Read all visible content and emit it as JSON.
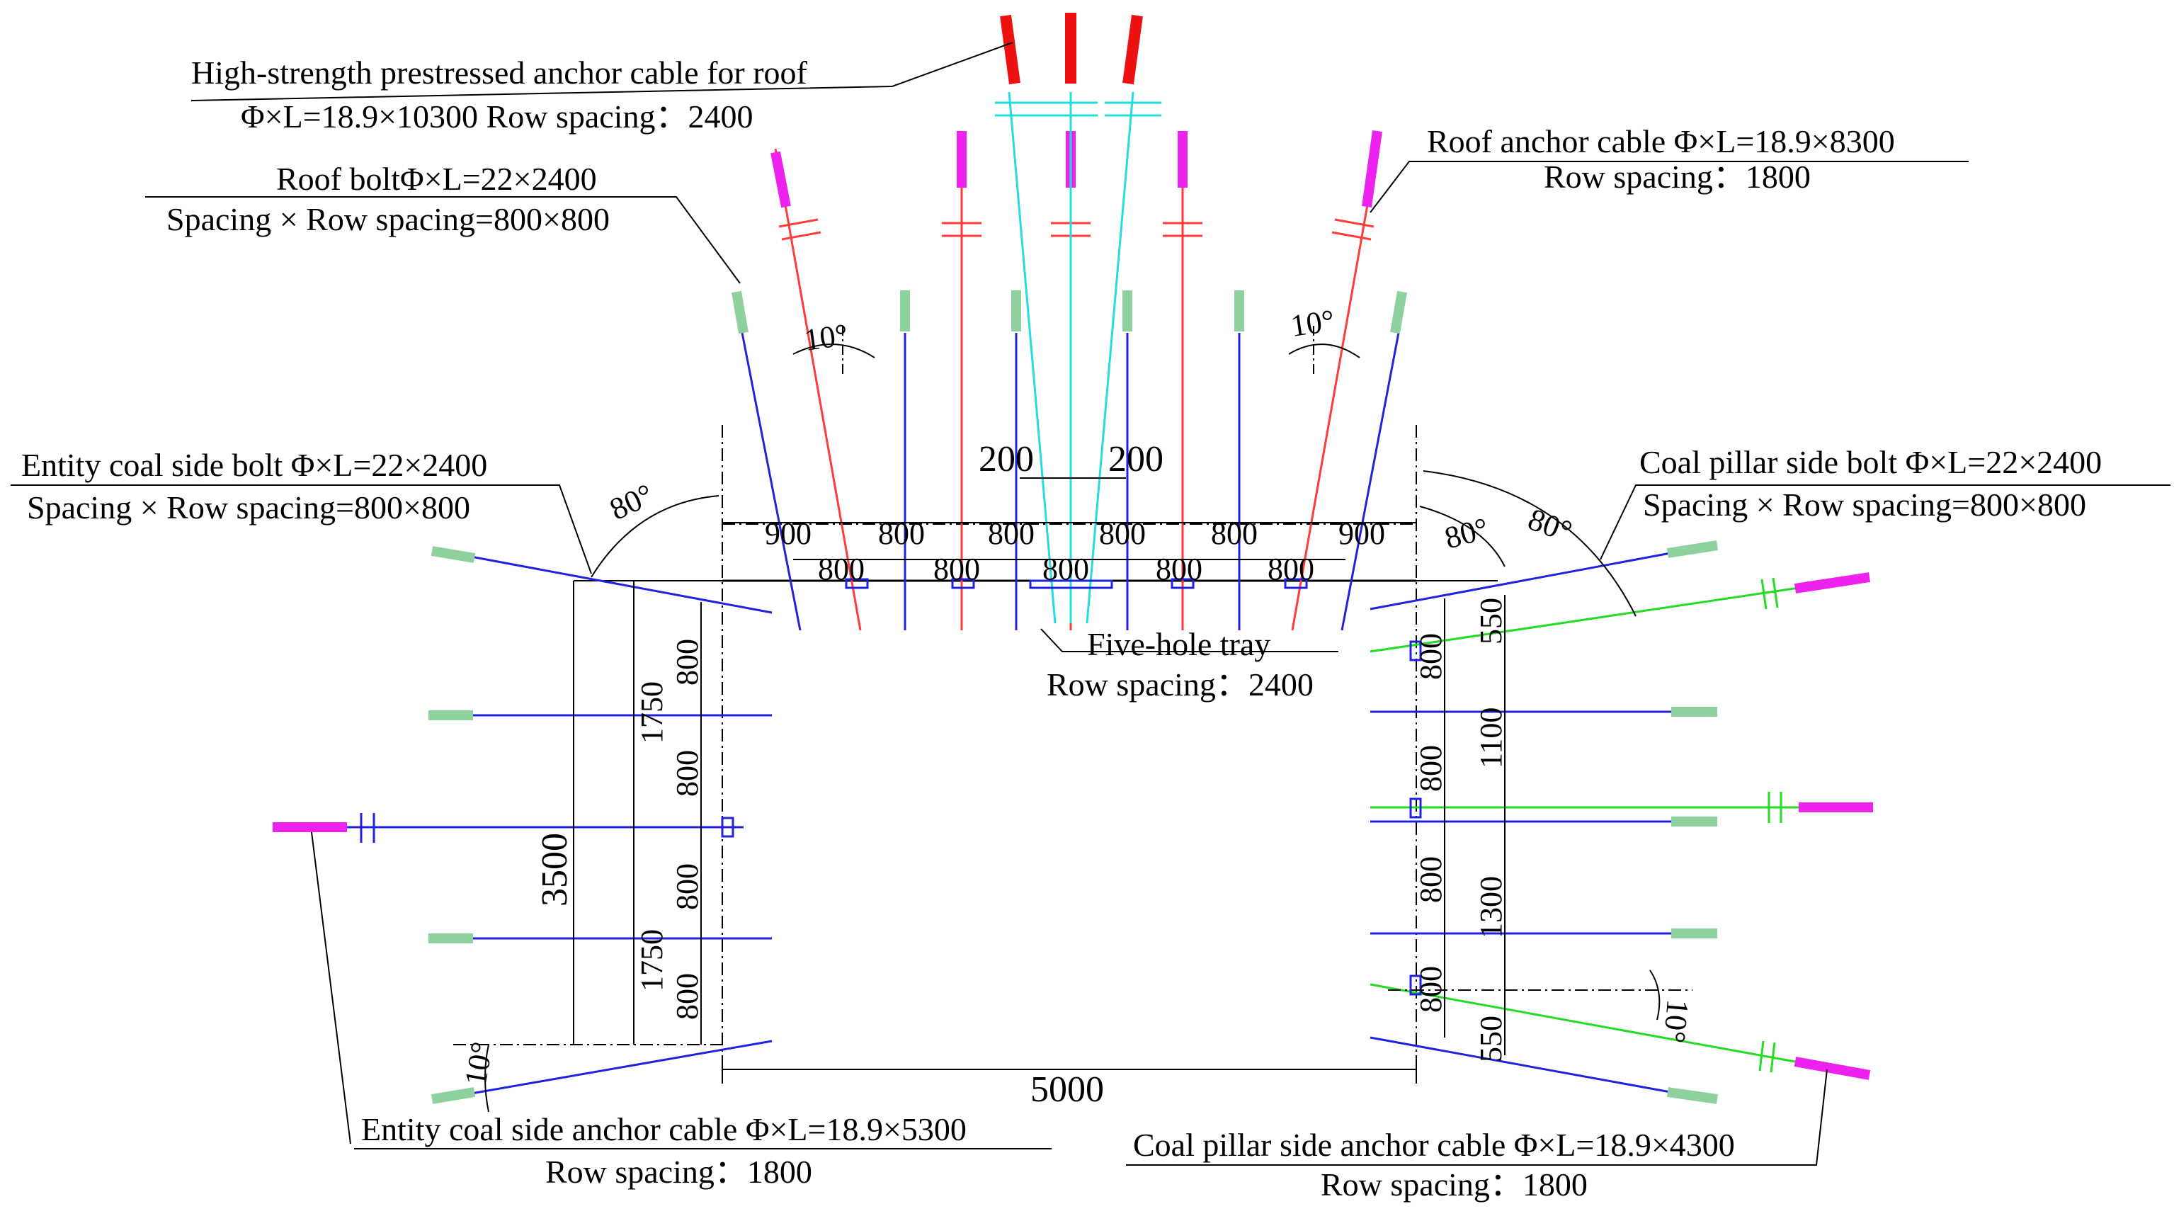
{
  "labels": {
    "roof_high_cable_title": "High-strength prestressed anchor cable for roof",
    "roof_high_cable_spec": "Φ×L=18.9×10300  Row spacing：2400",
    "roof_bolt_title": "Roof boltΦ×L=22×2400",
    "roof_bolt_spec": "Spacing × Row spacing=800×800",
    "roof_cable_title": "Roof anchor cable Φ×L=18.9×8300",
    "roof_cable_spec": "Row spacing：1800",
    "entity_bolt_title": "Entity coal side bolt Φ×L=22×2400",
    "entity_bolt_spec": "Spacing × Row spacing=800×800",
    "pillar_bolt_title": "Coal pillar side bolt Φ×L=22×2400",
    "pillar_bolt_spec": "Spacing × Row spacing=800×800",
    "tray_title": "Five-hole tray",
    "tray_spec": "Row spacing：2400",
    "entity_cable_title": "Entity coal side anchor cable Φ×L=18.9×5300",
    "entity_cable_spec": "Row spacing：1800",
    "pillar_cable_title": "Coal pillar side anchor cable Φ×L=18.9×4300",
    "pillar_cable_spec": "Row spacing：1800"
  },
  "dimensions": {
    "gap_left": "200",
    "gap_right": "200",
    "roof_top": [
      "900",
      "800",
      "800",
      "800",
      "800",
      "900"
    ],
    "roof_bottom": [
      "800",
      "800",
      "800",
      "800",
      "800"
    ],
    "width": "5000",
    "height": "3500",
    "left_half_top": "1750",
    "left_half_bottom": "1750",
    "left_spacing": [
      "800",
      "800",
      "800",
      "800"
    ],
    "right_spacing": [
      "800",
      "800",
      "800",
      "800"
    ],
    "right_outer": [
      "550",
      "1100",
      "1300",
      "550"
    ]
  },
  "angles": {
    "roof_left": "10°",
    "roof_right": "10°",
    "corner_left": "80°",
    "corner_right_inner": "80°",
    "corner_right_outer": "80°",
    "floor_left": "10°",
    "floor_right": "10°"
  },
  "colors": {
    "bolt": "#2222dd",
    "bolt_head": "#8fd19e",
    "roof_cable": "#ff3b3b",
    "roof_cable_head": "#ee22ee",
    "high_cable": "#22dddd",
    "high_cable_head": "#ee1111",
    "pillar_cable": "#22dd22",
    "pillar_cable_head": "#ee22ee",
    "outline": "#000000"
  }
}
